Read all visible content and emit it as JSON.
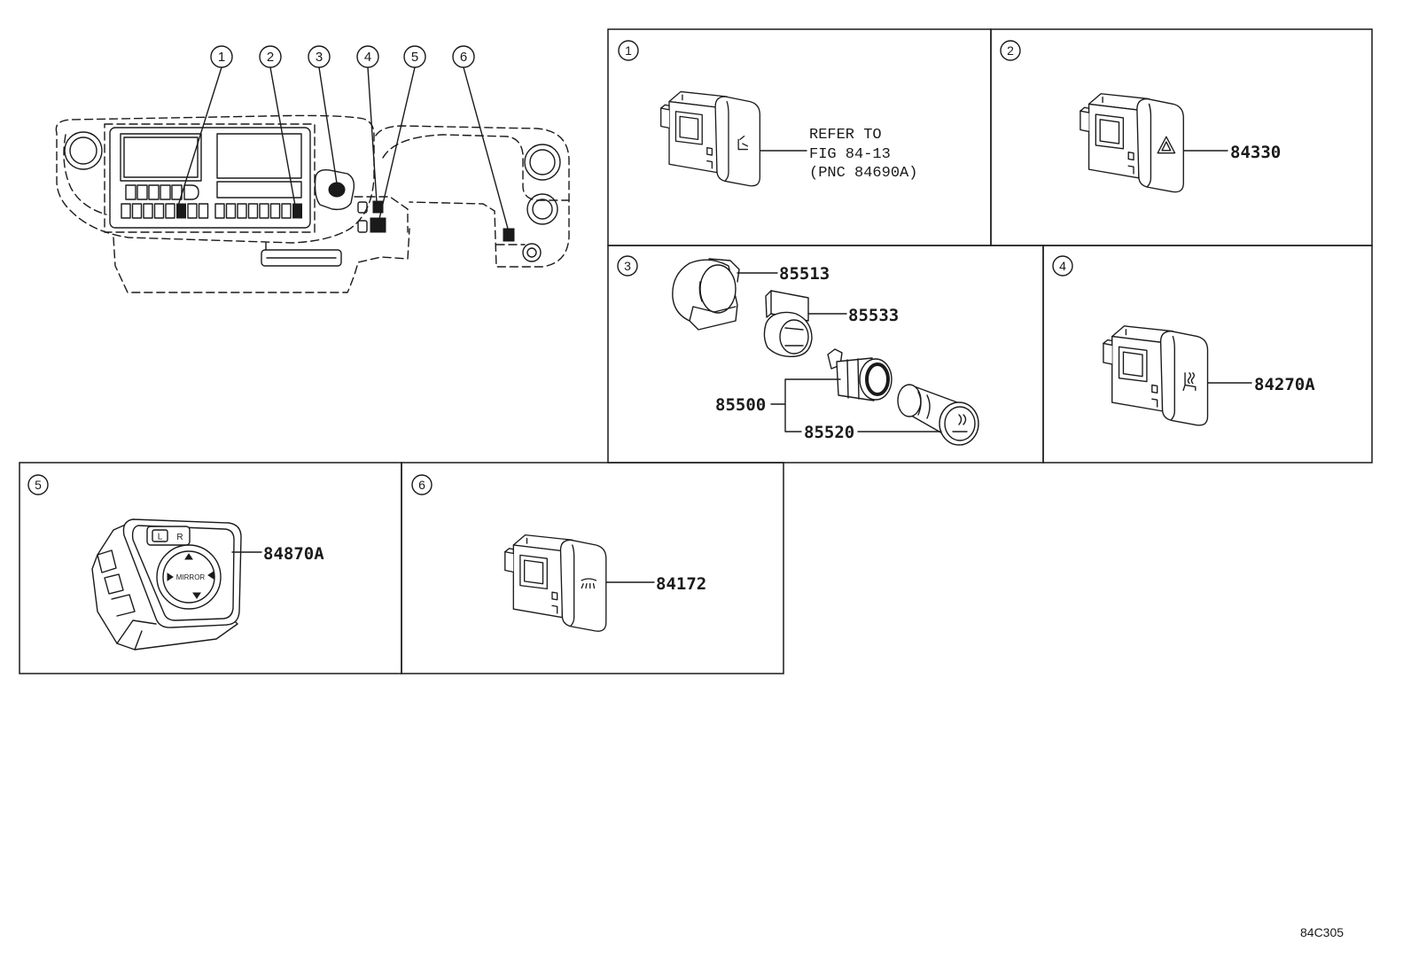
{
  "overview": {
    "callouts": [
      "1",
      "2",
      "3",
      "4",
      "5",
      "6"
    ]
  },
  "panels": [
    {
      "number": "1",
      "reference": [
        "REFER TO",
        "FIG 84-13",
        "(PNC 84690A)"
      ]
    },
    {
      "number": "2",
      "part": "84330"
    },
    {
      "number": "3",
      "parts": {
        "holder": "85513",
        "ring": "85533",
        "assembly": "85500",
        "plug": "85520"
      }
    },
    {
      "number": "4",
      "part": "84270A"
    },
    {
      "number": "5",
      "part": "84870A",
      "switch_text": {
        "left": "L",
        "right": "R",
        "mirror": "MIRROR"
      }
    },
    {
      "number": "6",
      "part": "84172"
    }
  ],
  "figure_code": "84C305",
  "colors": {
    "line": "#1a1a1a",
    "background": "#ffffff"
  }
}
